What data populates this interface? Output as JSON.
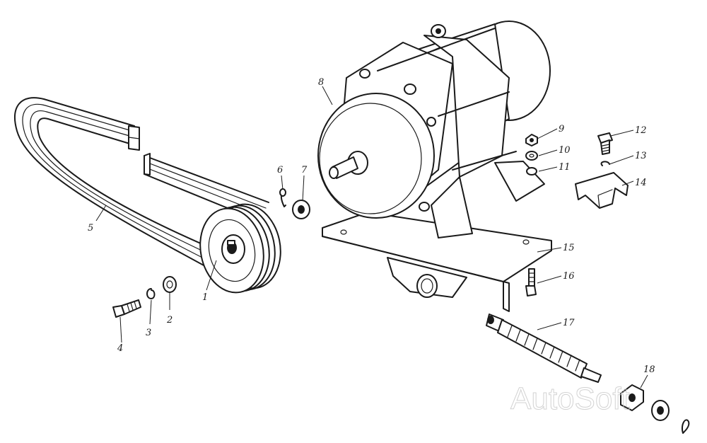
{
  "diagram": {
    "watermark": "AutoSoft",
    "parts": [
      {
        "id": "1",
        "label": "1"
      },
      {
        "id": "2",
        "label": "2"
      },
      {
        "id": "3",
        "label": "3"
      },
      {
        "id": "4",
        "label": "4"
      },
      {
        "id": "5",
        "label": "5"
      },
      {
        "id": "6",
        "label": "6"
      },
      {
        "id": "7",
        "label": "7"
      },
      {
        "id": "8",
        "label": "8"
      },
      {
        "id": "9",
        "label": "9"
      },
      {
        "id": "10",
        "label": "10"
      },
      {
        "id": "11",
        "label": "11"
      },
      {
        "id": "12",
        "label": "12"
      },
      {
        "id": "13",
        "label": "13"
      },
      {
        "id": "14",
        "label": "14"
      },
      {
        "id": "15",
        "label": "15"
      },
      {
        "id": "16",
        "label": "16"
      },
      {
        "id": "17",
        "label": "17"
      },
      {
        "id": "18",
        "label": "18"
      }
    ]
  }
}
